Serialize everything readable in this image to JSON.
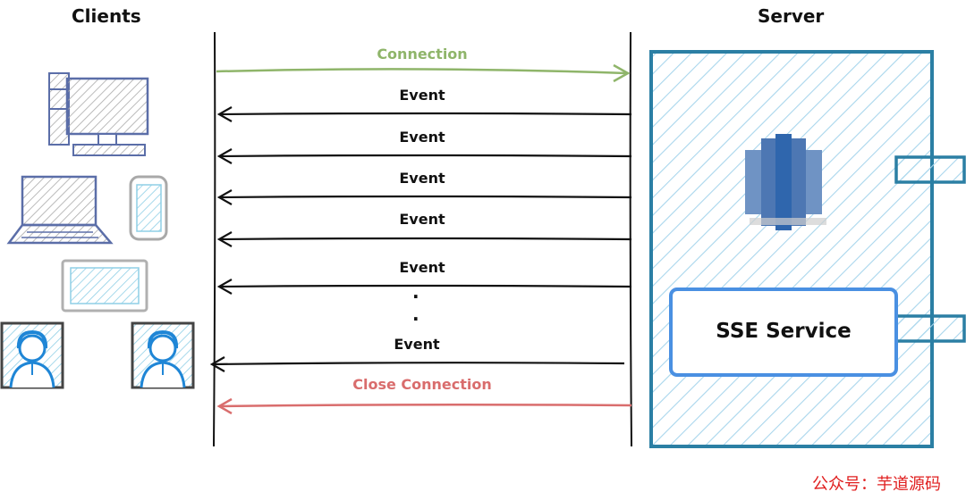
{
  "headings": {
    "clients": "Clients",
    "server": "Server"
  },
  "messages": {
    "connection": "Connection",
    "events": [
      "Event",
      "Event",
      "Event",
      "Event",
      "Event",
      "Event"
    ],
    "ellipsis": [
      ".",
      "."
    ],
    "close": "Close Connection"
  },
  "server": {
    "service_label": "SSE Service"
  },
  "watermark": "公众号：芋道源码",
  "colors": {
    "connection": "#8fb56a",
    "close": "#d96d6d",
    "event": "#111111",
    "server_border": "#2b7fa4",
    "server_hatch": "#a9d6ec",
    "service_border": "#4a90e2",
    "device_hatch_gray": "#a9a9a9",
    "device_hatch_blue": "#8fcfe6",
    "device_frame": "#5b6ea8",
    "avatar_blue": "#1f86d6"
  },
  "icons": [
    "desktop-icon",
    "laptop-icon",
    "phone-icon",
    "tablet-icon",
    "user-avatar-icon",
    "database-icon"
  ]
}
